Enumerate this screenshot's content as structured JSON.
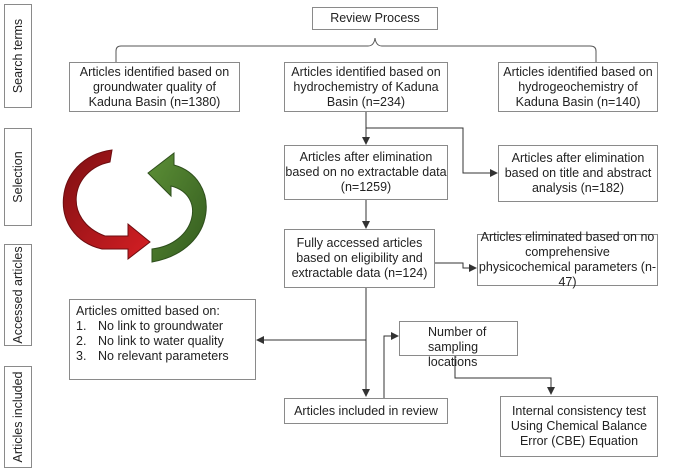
{
  "stages": {
    "search": "Search terms",
    "selection": "Selection",
    "accessed": "Accessed articles",
    "included": "Articles included"
  },
  "boxes": {
    "review": "Review Process",
    "ident_quality": "Articles identified based on groundwater quality of Kaduna Basin (n=1380)",
    "ident_hydrochem": "Articles identified based on hydrochemistry of Kaduna Basin (n=234)",
    "ident_hydrogeochem": "Articles identified based on hydrogeochemistry of Kaduna Basin (n=140)",
    "elim_extractable": "Articles after elimination based on no extractable data (n=1259)",
    "elim_title": "Articles after elimination based on title and abstract analysis (n=182)",
    "fully_accessed": "Fully accessed articles based on eligibility and extractable data (n=124)",
    "elim_physico": "Articles eliminated based on no comprehensive physicochemical parameters (n-47)",
    "omitted_title": "Articles omitted based on:",
    "omitted_items": [
      {
        "num": "1.",
        "text": "No link to groundwater"
      },
      {
        "num": "2.",
        "text": "No link to water quality"
      },
      {
        "num": "3.",
        "text": "No relevant parameters"
      }
    ],
    "sampling": "Number of sampling locations",
    "included_review": "Articles included in review",
    "consistency": "Internal consistency test Using Chemical Balance Error (CBE) Equation"
  },
  "colors": {
    "red_arrow": "#c0191e",
    "green_arrow": "#4a7a2b",
    "border": "#8a8a8a",
    "line": "#333333"
  }
}
